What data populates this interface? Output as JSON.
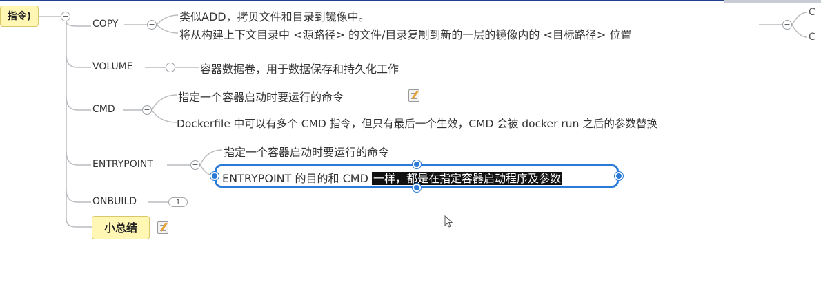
{
  "root": {
    "label": "指令)"
  },
  "branches": [
    {
      "label": "COPY",
      "leaves": [
        "类似ADD，拷贝文件和目录到镜像中。",
        "将从构建上下文目录中 <源路径> 的文件/目录复制到新的一层的镜像内的 <目标路径> 位置"
      ]
    },
    {
      "label": "VOLUME",
      "leaves": [
        "容器数据卷，用于数据保存和持久化工作"
      ]
    },
    {
      "label": "CMD",
      "leaves": [
        "指定一个容器启动时要运行的命令",
        "Dockerfile 中可以有多个 CMD 指令，但只有最后一个生效，CMD 会被 docker run 之后的参数替换"
      ]
    },
    {
      "label": "ENTRYPOINT",
      "leaves": [
        "指定一个容器启动时要运行的命令"
      ],
      "editing": {
        "before": "ENTRYPOINT 的目的和 CMD ",
        "selected": "一样，都是在指定容器启动程序及参数"
      }
    },
    {
      "label": "ONBUILD",
      "badge": "1"
    }
  ],
  "summary": {
    "label": "小总结"
  },
  "offscreen": {
    "c1": "C",
    "c2": "C"
  },
  "toggle_symbol": "−"
}
